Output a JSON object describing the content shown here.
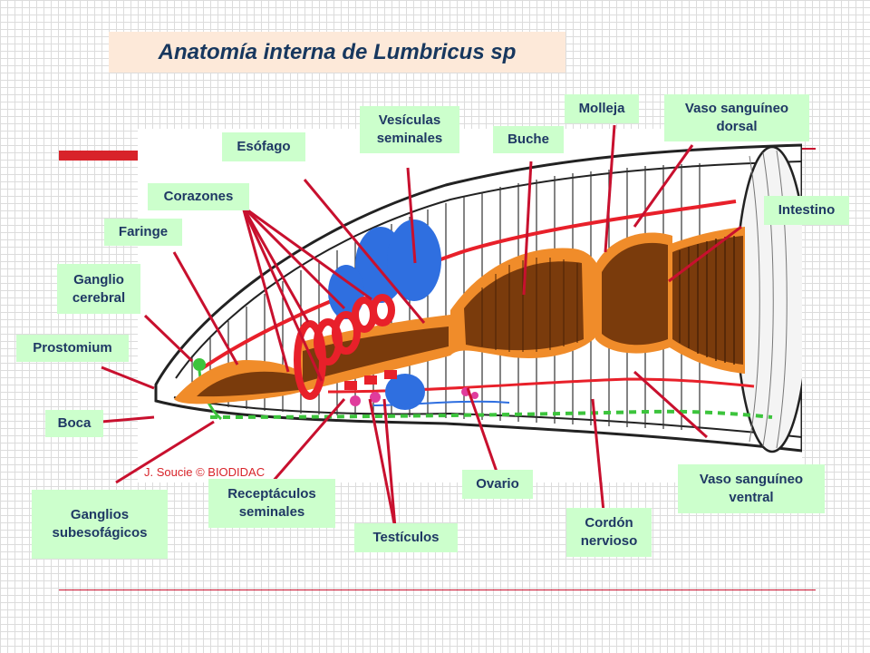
{
  "title": "Anatomía interna de Lumbricus sp",
  "credit": "J. Soucie © BIODIDAC",
  "labels": {
    "prostomium": "Prostomium",
    "boca": "Boca",
    "ganglio_cerebral": [
      "Ganglio",
      "cerebral"
    ],
    "faringe": "Faringe",
    "corazones": "Corazones",
    "esofago": "Esófago",
    "vesiculas_seminales": [
      "Vesículas",
      "seminales"
    ],
    "buche": "Buche",
    "molleja": "Molleja",
    "vaso_dorsal": [
      "Vaso sanguíneo",
      "dorsal"
    ],
    "intestino": "Intestino",
    "ganglios_subesofagicos": [
      "Ganglios",
      "subesofágicos"
    ],
    "receptaculos_seminales": [
      "Receptáculos",
      "seminales"
    ],
    "testiculos": "Testículos",
    "ovario": "Ovario",
    "cordon_nervioso": [
      "Cordón",
      "nervioso"
    ],
    "vaso_ventral": [
      "Vaso sanguíneo",
      "ventral"
    ]
  },
  "colors": {
    "label_bg": "#ccffcc",
    "label_text": "#1f3864",
    "title_bg": "#fde9d9",
    "title_text": "#17375e",
    "pointer": "#c8102e",
    "gut_orange": "#f08c2a",
    "gut_brown": "#7a3b0c",
    "vessel_red": "#e8202a",
    "vesicle_blue": "#2f6fe0",
    "nerve_green": "#3cc43c"
  }
}
